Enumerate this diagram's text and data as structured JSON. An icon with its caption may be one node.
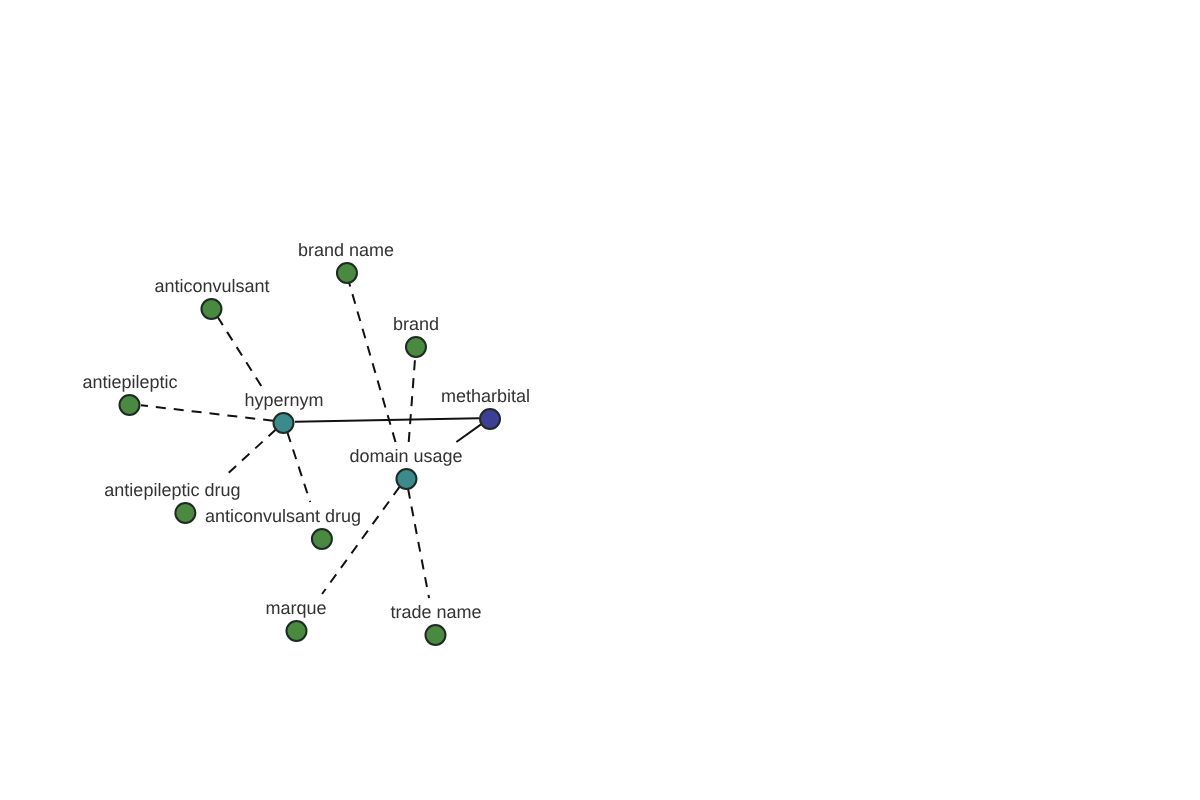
{
  "diagram": {
    "nodes": [
      {
        "text": [
          "brand name"
        ]
      },
      {
        "text": [
          "anticonvulsant"
        ]
      },
      {
        "text": [
          "brand"
        ]
      },
      {
        "text": [
          "antiepileptic"
        ]
      },
      {
        "text": [
          "hypernym"
        ]
      },
      {
        "text": [
          "metharbital"
        ]
      },
      {
        "text": [
          "domain usage"
        ]
      },
      {
        "text": [
          "antiepileptic drug"
        ]
      },
      {
        "text": [
          "anticonvulsant drug"
        ]
      },
      {
        "text": [
          "marque"
        ]
      },
      {
        "text": [
          "trade name"
        ]
      }
    ],
    "edges": [
      {
        "from": 4,
        "to": 5,
        "arrow": "none"
      },
      {
        "from": 6,
        "to": 5,
        "arrow": "none"
      },
      {
        "from": 4,
        "to": 1,
        "arrow": "none",
        "style": "dashed"
      },
      {
        "from": 4,
        "to": 3,
        "arrow": "none",
        "style": "dashed"
      },
      {
        "from": 4,
        "to": 7,
        "arrow": "none",
        "style": "dashed"
      },
      {
        "from": 4,
        "to": 8,
        "arrow": "none",
        "style": "dashed"
      },
      {
        "from": 6,
        "to": 0,
        "arrow": "none",
        "style": "dashed"
      },
      {
        "from": 6,
        "to": 2,
        "arrow": "none",
        "style": "dashed"
      },
      {
        "from": 6,
        "to": 9,
        "arrow": "none",
        "style": "dashed"
      },
      {
        "from": 6,
        "to": 10,
        "arrow": "none",
        "style": "dashed"
      }
    ]
  }
}
